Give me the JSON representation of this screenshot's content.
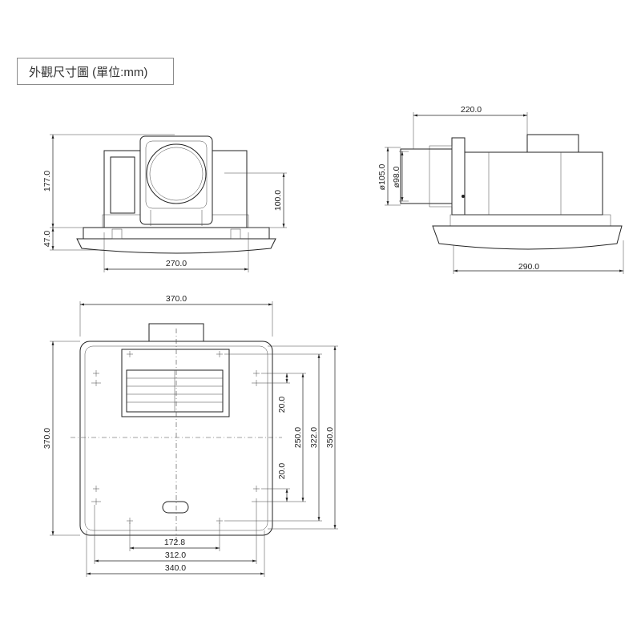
{
  "title": "外觀尺寸圖 (單位:mm)",
  "front_view": {
    "height_dim": "177.0",
    "flange_dim": "47.0",
    "duct_height_dim": "100.0",
    "width_dim": "270.0"
  },
  "side_view": {
    "depth_dim": "220.0",
    "outer_dia_dim": "ø105.0",
    "inner_dia_dim": "ø98.0",
    "panel_dim": "290.0"
  },
  "bottom_view": {
    "width_dim": "370.0",
    "height_dim": "370.0",
    "hole_spacing_dim": "172.8",
    "mount_width_dim": "312.0",
    "outer_mount_width_dim": "340.0",
    "upper_offset_dim": "20.0",
    "lower_offset_dim": "20.0",
    "mount_height_dim": "250.0",
    "inner_height_dim": "322.0",
    "outer_height_dim": "350.0"
  }
}
